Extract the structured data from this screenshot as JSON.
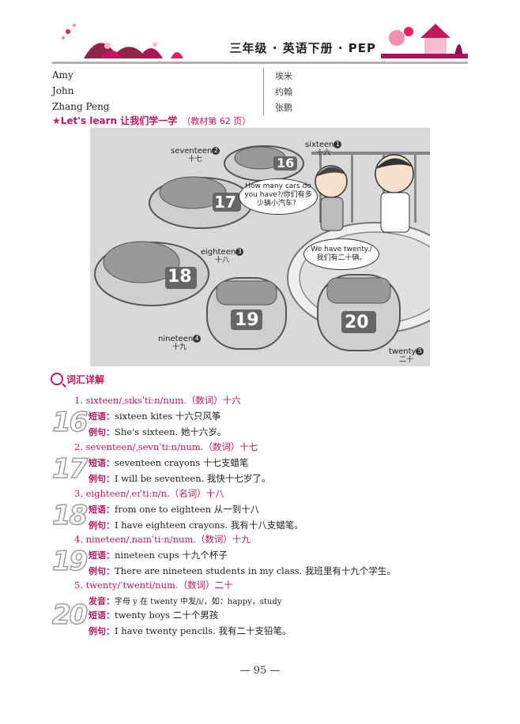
{
  "header": {
    "title": "三年级 · 英语下册 · PEP"
  },
  "names": [
    {
      "en": "Amy",
      "cn": "埃米"
    },
    {
      "en": "John",
      "cn": "约翰"
    },
    {
      "en": "Zhang Peng",
      "cn": "张鹏"
    }
  ],
  "lets_learn": {
    "star": "★",
    "title": "Let's learn 让我们学一学",
    "sub": "（教材第 62 页）"
  },
  "scene": {
    "labels": [
      {
        "en": "sixteen",
        "cn": "十六",
        "num": "1"
      },
      {
        "en": "seventeen",
        "cn": "十七",
        "num": "2"
      },
      {
        "en": "eighteen",
        "cn": "十八",
        "num": "3"
      },
      {
        "en": "nineteen",
        "cn": "十九",
        "num": "4"
      },
      {
        "en": "twenty",
        "cn": "二十",
        "num": "5"
      }
    ],
    "car_numbers": [
      "16",
      "17",
      "18",
      "19",
      "20"
    ],
    "bubble1": "How many cars do you have?/你们有多少辆小汽车？",
    "bubble2": "We have twenty./我们有二十辆。"
  },
  "vocab": {
    "heading": "词汇详解",
    "entries": [
      {
        "big": "16",
        "head": "1. sixteen/ˌsɪksˈtiːn/num.（数词）十六",
        "lines": [
          {
            "tag": "短语：",
            "text": "sixteen kites 十六只风筝"
          },
          {
            "tag": "例句：",
            "text": "She's sixteen. 她十六岁。"
          }
        ]
      },
      {
        "big": "17",
        "head": "2. seventeen/ˌsevnˈtiːn/num.（数词）十七",
        "lines": [
          {
            "tag": "短语：",
            "text": "seventeen crayons 十七支蜡笔"
          },
          {
            "tag": "例句：",
            "text": "I will be seventeen. 我快十七岁了。"
          }
        ]
      },
      {
        "big": "18",
        "head": "3. eighteen/ˌeɪˈtiːn/n.（名词）十八",
        "lines": [
          {
            "tag": "短语：",
            "text": "from one to eighteen 从一到十八"
          },
          {
            "tag": "例句：",
            "text": "I have eighteen crayons. 我有十八支蜡笔。"
          }
        ]
      },
      {
        "big": "19",
        "head": "4. nineteen/ˌnaɪnˈtiːn/num.（数词）十九",
        "lines": [
          {
            "tag": "短语：",
            "text": "nineteen cups 十九个杯子"
          },
          {
            "tag": "例句：",
            "text": "There are nineteen students in my class. 我班里有十九个学生。"
          }
        ]
      },
      {
        "big": "20",
        "head": "5. twenty/ˈtwenti/num.（数词）二十",
        "lines": [
          {
            "tag": "发音：",
            "text": "字母 y 在 twenty 中发/i/，如：happy，study"
          },
          {
            "tag": "短语：",
            "text": "twenty boys 二十个男孩"
          },
          {
            "tag": "例句：",
            "text": "I have twenty pencils. 我有二十支铅笔。"
          }
        ]
      }
    ]
  },
  "page_number": "— 95 —"
}
